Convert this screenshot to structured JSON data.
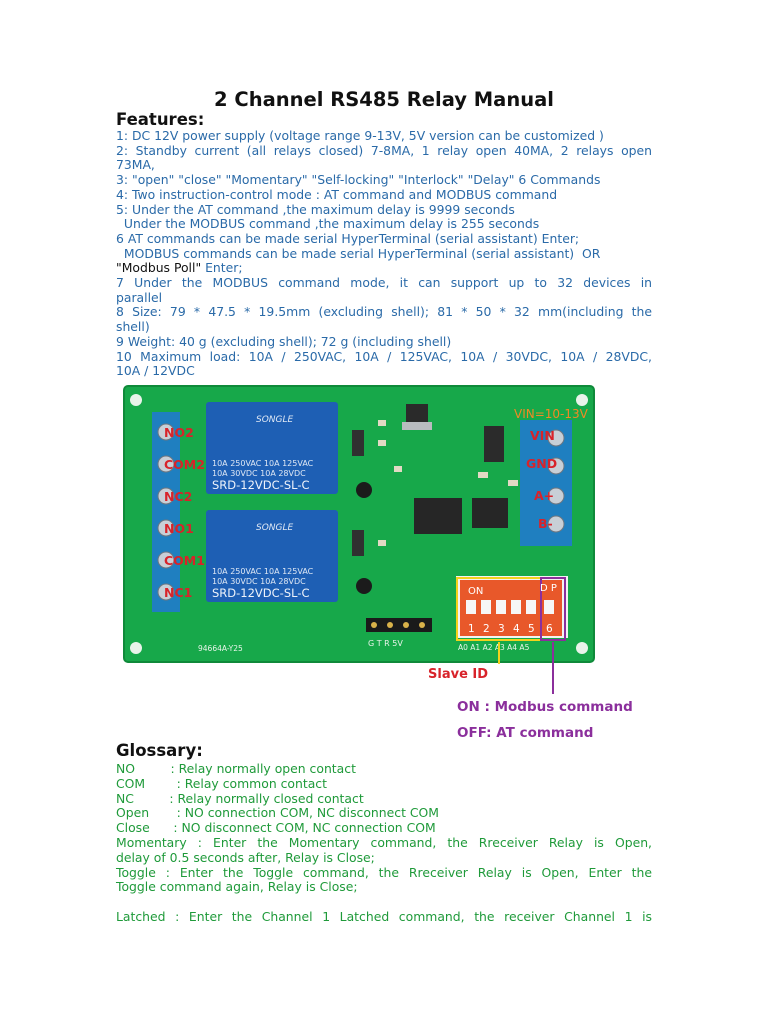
{
  "title": "2 Channel RS485 Relay Manual",
  "features_heading": "Features:",
  "features": [
    "1: DC 12V power supply (voltage range 9-13V, 5V version can be customized )",
    "2: Standby current (all relays closed) 7-8MA, 1 relay open 40MA, 2 relays open",
    "73MA,",
    "3: \"open\" \"close\"  \"Momentary\" \"Self-locking\" \"Interlock\" \"Delay\" 6 Commands",
    "4: Two instruction-control mode : AT command and MODBUS command",
    "5: Under the AT command ,the maximum delay is 9999 seconds",
    "  Under the MODBUS command ,the maximum delay is 255 seconds",
    "6 AT commands can be made serial HyperTerminal (serial assistant) Enter;",
    "  MODBUS commands can be made serial HyperTerminal (serial assistant)  OR",
    "\"Modbus Poll\"",
    " Enter;",
    "7 Under the MODBUS command mode, it can support up to 32 devices in",
    "parallel",
    "8 Size: 79 * 47.5 * 19.5mm (excluding shell); 81 * 50 * 32 mm(including the",
    "shell)",
    "9 Weight: 40 g (excluding shell); 72 g (including shell)",
    "10 Maximum load: 10A / 250VAC, 10A / 125VAC, 10A / 30VDC, 10A / 28VDC,",
    "10A / 12VDC"
  ],
  "photo": {
    "relay_brand": "SONGLE",
    "relay_model": "SRD-12VDC-SL-C",
    "relay_rating_1": "10A 250VAC  10A 125VAC",
    "relay_rating_2": "10A  30VDC  10A  28VDC",
    "left_terminals": [
      "NO2",
      "COM2",
      "NC2",
      "NO1",
      "COM1",
      "NC1"
    ],
    "right_terminals": [
      "VIN",
      "GND",
      "A+",
      "B-"
    ],
    "voltage_label": "VIN=10-13V",
    "dip_on": "ON",
    "dip_dp": "D P",
    "dip_numbers": [
      "1",
      "2",
      "3",
      "4",
      "5",
      "6"
    ],
    "dip_addr": "A0 A1 A2 A3 A4 A5",
    "header_pins": "G  T  R  5V",
    "pcb_code": "94664A-Y25",
    "slave_id": "Slave ID",
    "on_label": "ON : Modbus command",
    "off_label": "OFF: AT command"
  },
  "glossary_heading": "Glossary:",
  "glossary": [
    "NO         : Relay normally open contact",
    "COM        : Relay common contact",
    "NC         : Relay normally closed contact",
    "Open       : NO connection COM, NC disconnect COM",
    "Close      : NO disconnect COM, NC connection COM",
    "Momentary : Enter the Momentary command, the Rreceiver Relay is Open,",
    "delay of 0.5 seconds after, Relay is Close;",
    "Toggle   : Enter the Toggle command, the Rreceiver Relay is Open, Enter the",
    "Toggle command again, Relay is Close;",
    "Latched : Enter the Channel 1 Latched command, the receiver Channel 1 is"
  ],
  "colors": {
    "feature_text": "#2a6aa8",
    "glossary_text": "#1f9a3a",
    "pcb": "#17a84a",
    "relay": "#1e5fb4",
    "terminal": "#1f7fc0",
    "annotation_red": "#d8232a",
    "annotation_purple": "#8b2f9c"
  }
}
